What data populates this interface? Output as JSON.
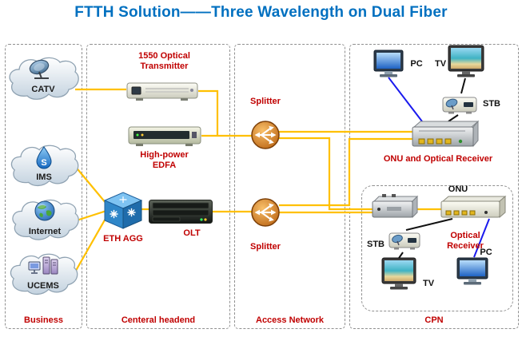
{
  "title": "FTTH Solution——Three Wavelength on Dual Fiber",
  "colors": {
    "title": "#0070C0",
    "device_label": "#C00000",
    "fiber_line": "#FFC000",
    "ethernet_line": "#1A1AEE",
    "cable_line": "#111111"
  },
  "zones": {
    "business": {
      "label": "Business",
      "clouds": [
        {
          "label": "CATV",
          "icon": "satellite-dish-icon"
        },
        {
          "label": "IMS",
          "icon": "water-drop-icon",
          "icon_glyph": "S"
        },
        {
          "label": "Internet",
          "icon": "globe-icon"
        },
        {
          "label": "UCEMS",
          "icon": "server-icon"
        }
      ]
    },
    "headend": {
      "label": "Centeral headend",
      "transmitter": {
        "line1": "1550 Optical",
        "line2": "Transmitter"
      },
      "edfa": {
        "line1": "High-power",
        "line2": "EDFA"
      },
      "eth_agg": "ETH AGG",
      "olt": "OLT"
    },
    "access": {
      "label": "Access Network",
      "splitter_top": "Splitter",
      "splitter_bottom": "Splitter"
    },
    "cpn": {
      "label": "CPN",
      "top": {
        "pc": "PC",
        "tv": "TV",
        "stb": "STB",
        "onu_receiver": "ONU and Optical Receiver"
      },
      "inner": {
        "onu": "ONU",
        "receiver_line1": "Optical",
        "receiver_line2": "Receiver",
        "stb": "STB",
        "tv": "TV",
        "pc": "PC"
      }
    }
  }
}
